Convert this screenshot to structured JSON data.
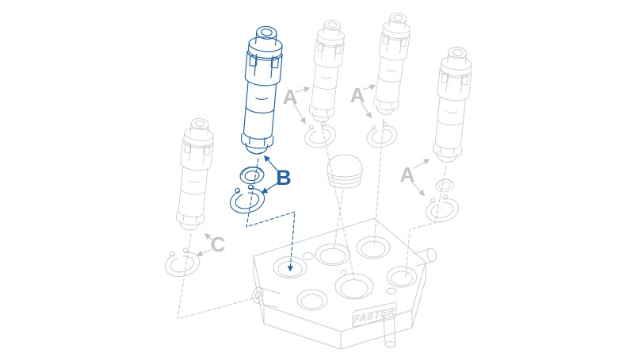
{
  "diagram": {
    "type": "exploded-parts-diagram",
    "labels": {
      "a1": "A",
      "a2": "A",
      "a3": "A",
      "b": "B",
      "c": "C"
    },
    "logo_text": "FASTER",
    "colors": {
      "highlight": "#2062a6",
      "muted_line": "#c9ccd0",
      "muted_label": "#c2c4c7",
      "background": "#ffffff"
    }
  }
}
